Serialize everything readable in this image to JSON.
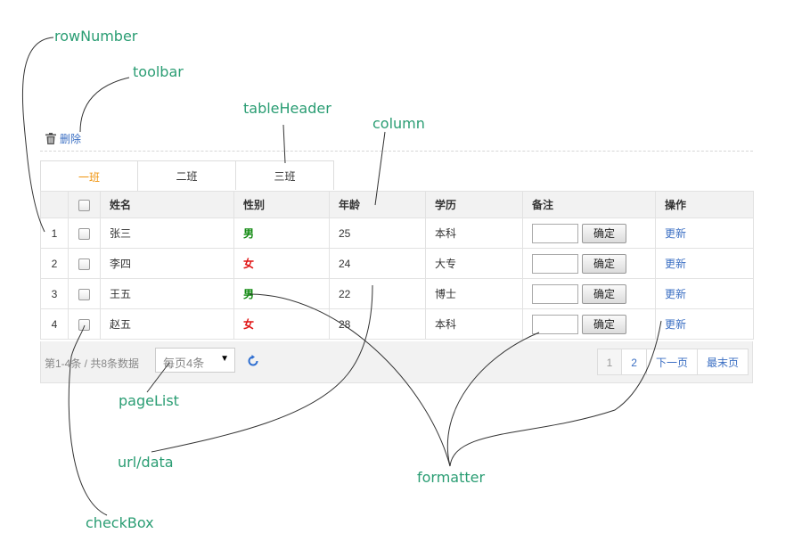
{
  "annotations": {
    "rowNumber": "rowNumber",
    "toolbar": "toolbar",
    "tableHeader": "tableHeader",
    "column": "column",
    "pageList": "pageList",
    "urlData": "url/data",
    "formatter": "formatter",
    "checkBox": "checkBox"
  },
  "toolbar": {
    "delete_label": "删除",
    "delete_icon": "trash-icon"
  },
  "tabs": [
    "一班",
    "二班",
    "三班"
  ],
  "table": {
    "headers": {
      "name": "姓名",
      "gender": "性别",
      "age": "年龄",
      "education": "学历",
      "remark": "备注",
      "action": "操作"
    },
    "rows": [
      {
        "num": "1",
        "name": "张三",
        "gender": "男",
        "age": "25",
        "education": "本科",
        "button": "确定",
        "action": "更新"
      },
      {
        "num": "2",
        "name": "李四",
        "gender": "女",
        "age": "24",
        "education": "大专",
        "button": "确定",
        "action": "更新"
      },
      {
        "num": "3",
        "name": "王五",
        "gender": "男",
        "age": "22",
        "education": "博士",
        "button": "确定",
        "action": "更新"
      },
      {
        "num": "4",
        "name": "赵五",
        "gender": "女",
        "age": "28",
        "education": "本科",
        "button": "确定",
        "action": "更新"
      }
    ]
  },
  "pager": {
    "info": "第1-4条 / 共8条数据",
    "page_size": "每页4条",
    "pages": [
      "1",
      "2"
    ],
    "next": "下一页",
    "last": "最末页"
  },
  "colors": {
    "annotation": "#2a9d73",
    "link": "#3b6fc3",
    "active_tab": "#f0930b",
    "male": "#128a12",
    "female": "#e01515"
  }
}
